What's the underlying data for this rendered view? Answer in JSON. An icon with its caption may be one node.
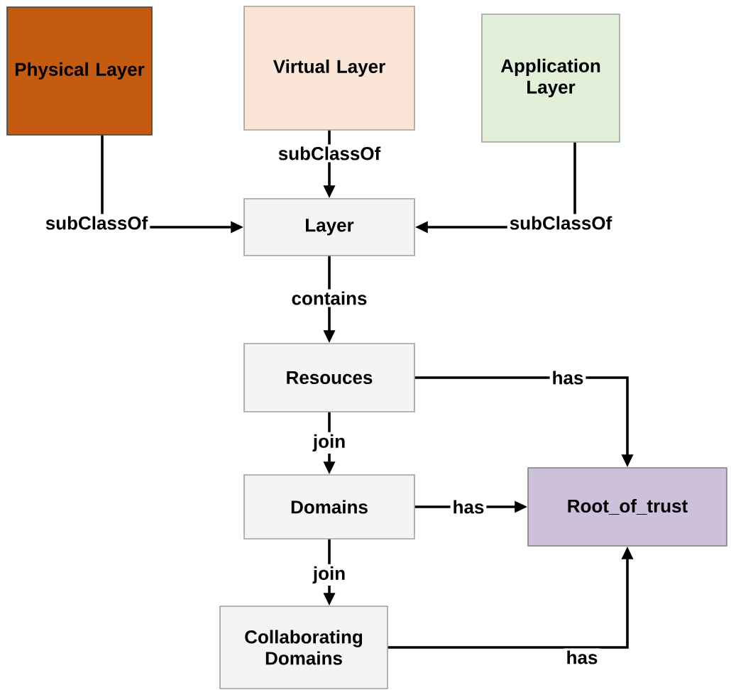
{
  "diagram": {
    "nodes": [
      {
        "text": [
          "Physical Layer"
        ]
      },
      {
        "text": [
          "Virtual Layer"
        ]
      },
      {
        "text": [
          "Application Layer"
        ]
      },
      {
        "text": [
          "Layer"
        ]
      },
      {
        "text": [
          "Resouces"
        ]
      },
      {
        "text": [
          "Domains"
        ]
      },
      {
        "text": [
          "Collaborating Domains"
        ]
      },
      {
        "text": [
          "Root_of_trust"
        ]
      }
    ],
    "edges": [
      {
        "from": 0,
        "to": 3,
        "arrow": "to",
        "label": "subClassOf"
      },
      {
        "from": 1,
        "to": 3,
        "arrow": "to",
        "label": "subClassOf"
      },
      {
        "from": 2,
        "to": 3,
        "arrow": "to",
        "label": "subClassOf"
      },
      {
        "from": 3,
        "to": 4,
        "arrow": "to",
        "label": "contains"
      },
      {
        "from": 4,
        "to": 5,
        "arrow": "to",
        "label": "join"
      },
      {
        "from": 5,
        "to": 6,
        "arrow": "to",
        "label": "join"
      },
      {
        "from": 4,
        "to": 7,
        "arrow": "to",
        "label": "has"
      },
      {
        "from": 5,
        "to": 7,
        "arrow": "to",
        "label": "has"
      },
      {
        "from": 6,
        "to": 7,
        "arrow": "to",
        "label": "has"
      }
    ]
  }
}
